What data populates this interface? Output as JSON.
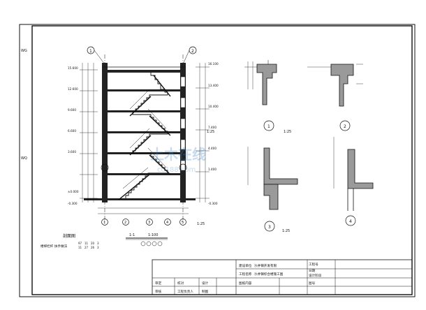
{
  "sheet": {
    "side_mark_top": "WG",
    "side_mark_mid": "WQ"
  },
  "section": {
    "title": "剖面图",
    "scale_label": "1-1",
    "scale": "1:100",
    "note": "楼梯栏杆 扶手做法",
    "note_refs": [
      "97",
      "11",
      "20",
      "3"
    ],
    "note_refs2": [
      "11",
      "27",
      "26",
      "3"
    ],
    "detail_scale_a": "1:25",
    "detail_scale_b": "1:25",
    "bubble_top_left": "1",
    "bubble_top_right": "2",
    "bubble_bottom": [
      "1",
      "2",
      "3",
      "4",
      "5"
    ],
    "levels_left": [
      "15.600",
      "12.600",
      "9.600",
      "6.600",
      "3.600",
      "±0.000",
      "-0.300"
    ],
    "levels_right": [
      "16.100",
      "13.400",
      "10.400",
      "7.400",
      "4.400",
      "1.400",
      "-0.300"
    ]
  },
  "details": {
    "d1_number": "1",
    "d2_number": "2",
    "d3_number": "3",
    "d4_number": "4",
    "d1_scale": "1:25",
    "d3_scale": "1:25"
  },
  "title_block": {
    "row1_a": "建设单位",
    "row1_b": "沙井镇开发有限",
    "row1_c": "工程号",
    "row1_d": "日期",
    "row2_a": "工程名称",
    "row2_b": "沙井镇综合楼施工图",
    "row2_c": "设计阶段",
    "row3_a": "审定",
    "row3_b": "校对",
    "row3_c": "设计",
    "row3_d": "图纸内容",
    "row3_e": "图号",
    "row4_a": "审核",
    "row4_b": "工程负责人",
    "row4_c": "制图"
  },
  "watermark": {
    "text": "土木在线",
    "sub": "co188.com"
  }
}
